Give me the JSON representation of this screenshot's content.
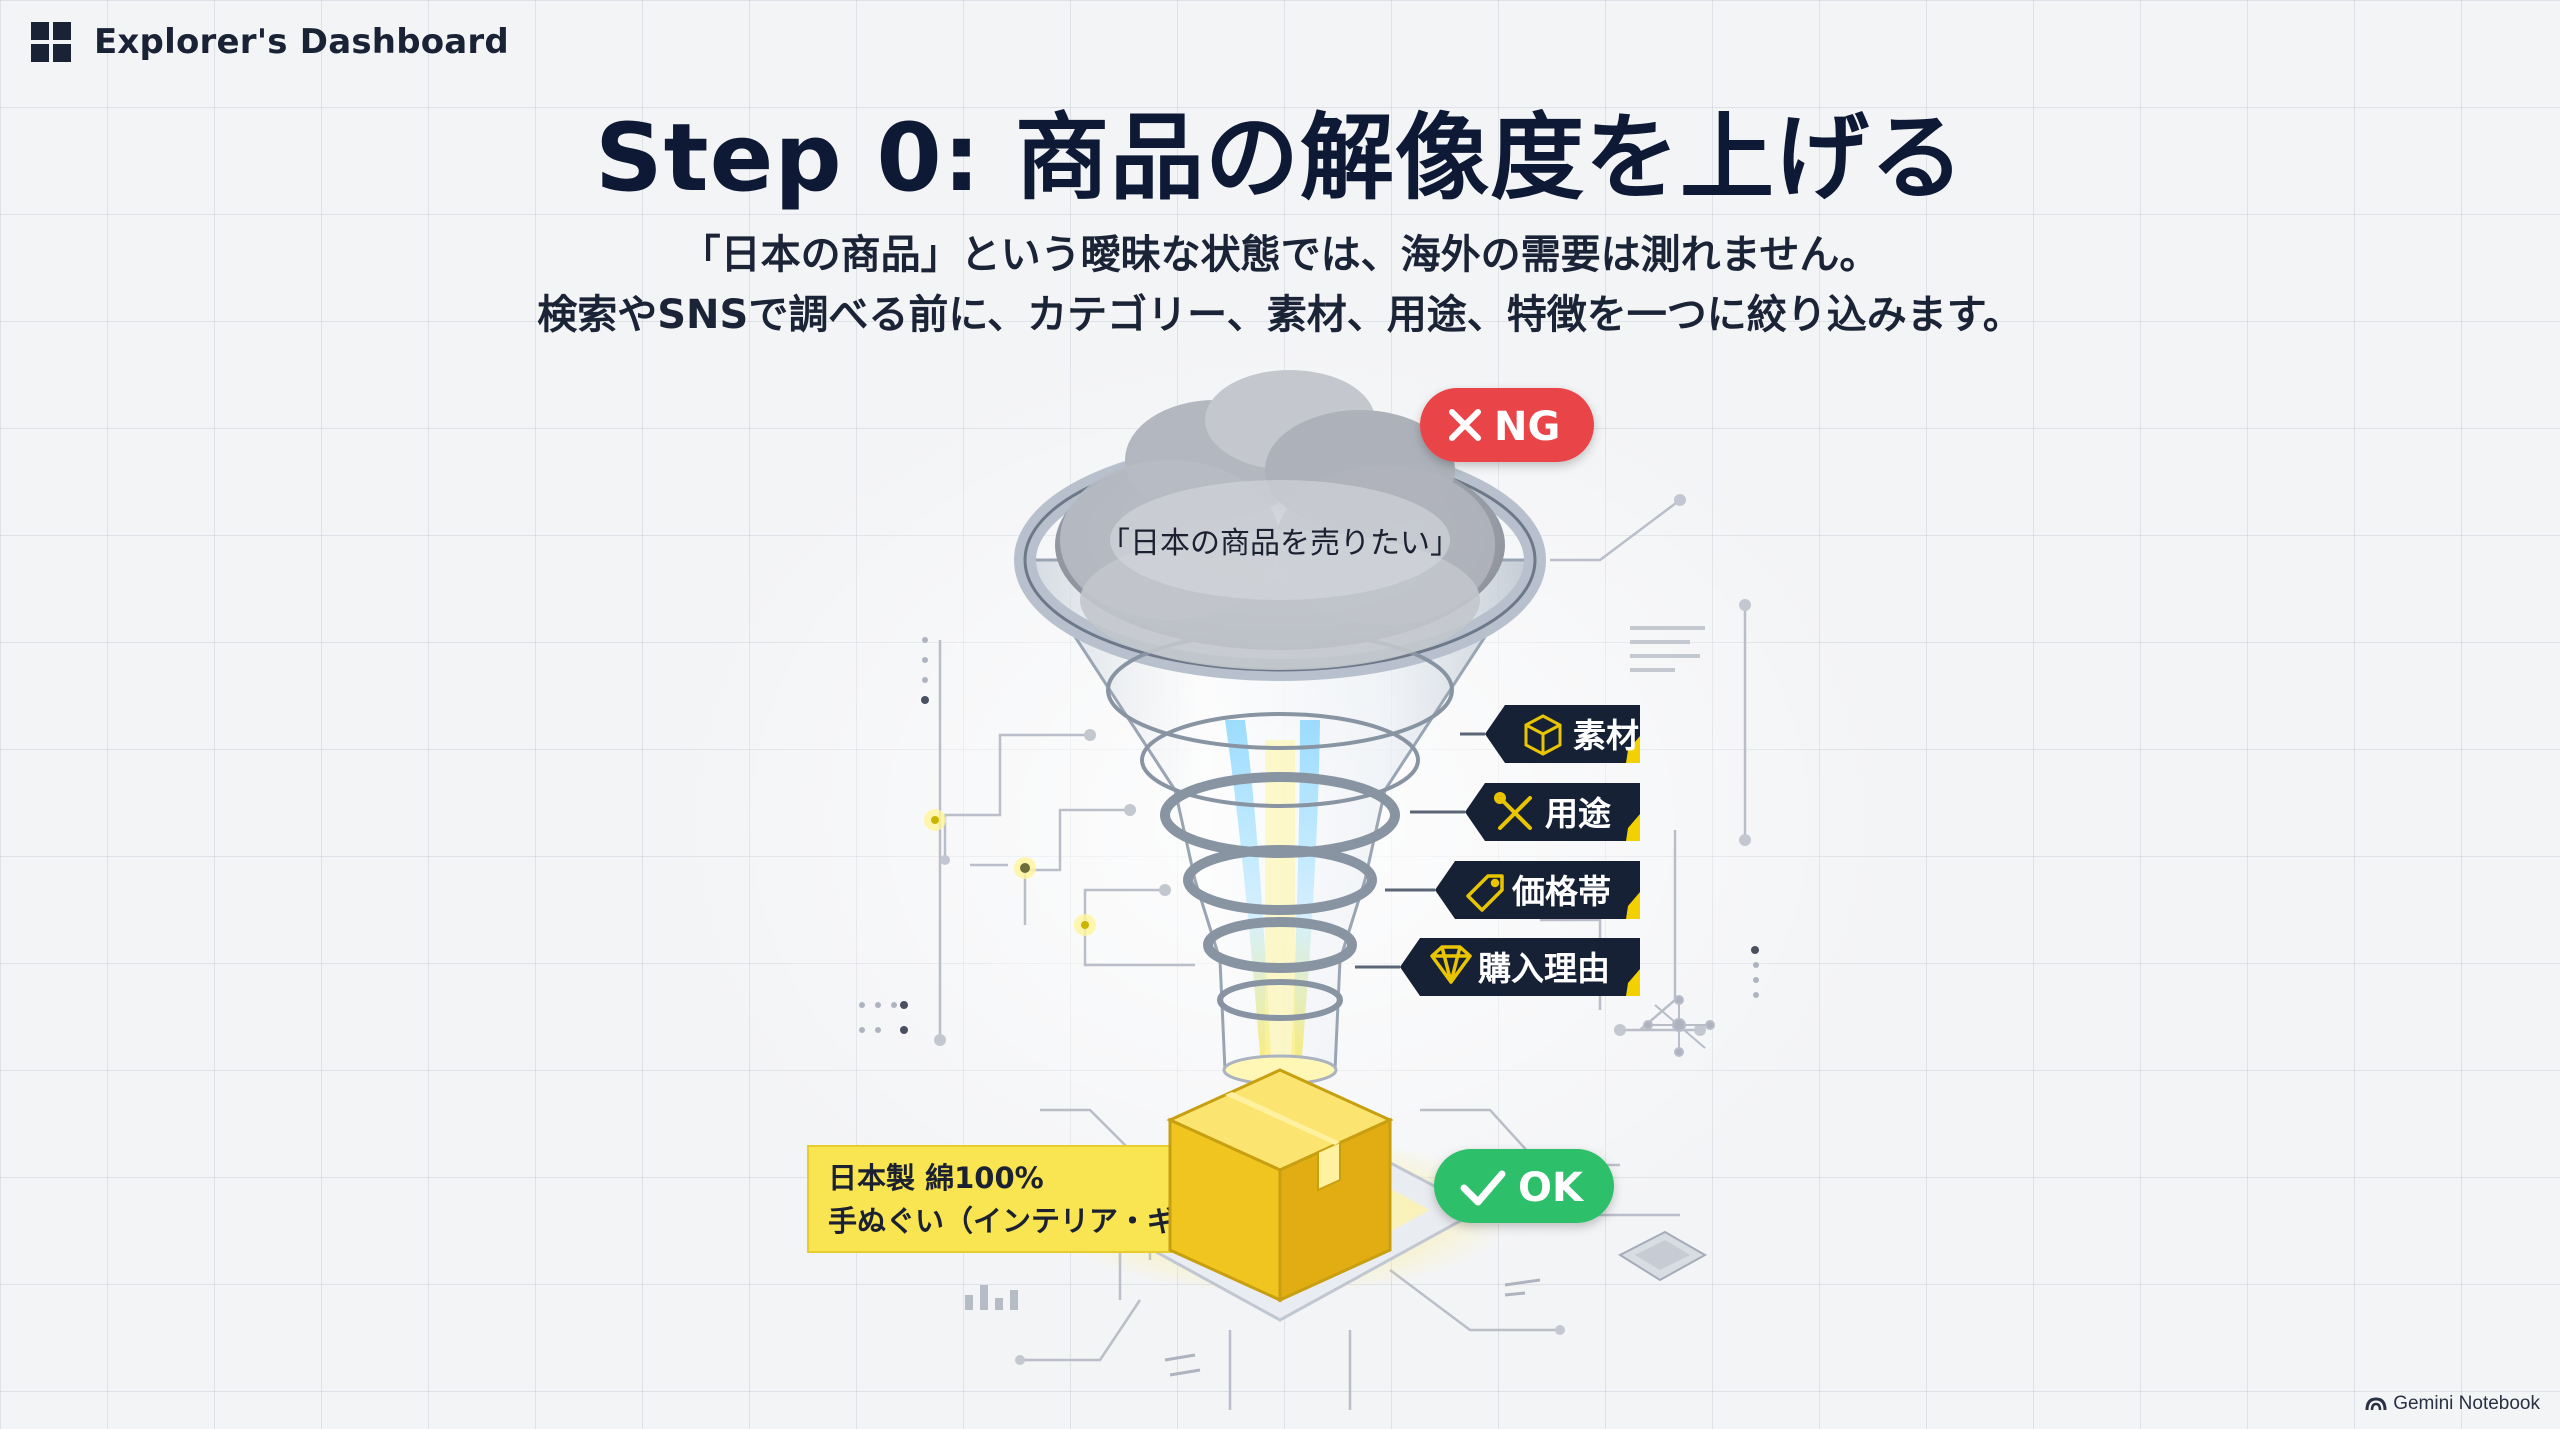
{
  "header": {
    "app_title": "Explorer's Dashboard",
    "logo_icon": "grid-windows-icon"
  },
  "slide": {
    "title": "Step 0: 商品の解像度を上げる",
    "subtitle_line1": "「日本の商品」という曖昧な状態では、海外の需要は測れません。",
    "subtitle_line2": "検索やSNSで調べる前に、カテゴリー、素材、用途、特徴を一つに絞り込みます。"
  },
  "funnel": {
    "input_text": "「日本の商品を売りたい」",
    "ng_badge": "NG",
    "ng_icon": "x-mark-icon",
    "filters": [
      {
        "label": "素材",
        "icon": "cube-icon"
      },
      {
        "label": "用途",
        "icon": "tools-icon"
      },
      {
        "label": "価格帯",
        "icon": "price-tag-icon"
      },
      {
        "label": "購入理由",
        "icon": "diamond-icon"
      }
    ],
    "output_line1": "日本製 綿100%",
    "output_line2": "手ぬぐい（インテリア・ギフト用途）",
    "ok_badge": "OK",
    "ok_icon": "check-mark-icon"
  },
  "watermark": {
    "text": "Gemini Notebook",
    "icon": "gemini-logo-icon"
  },
  "colors": {
    "title": "#0e1a35",
    "ng_red": "#e9454a",
    "ok_green": "#2fbf6a",
    "tag_navy": "#172135",
    "tag_accent_yellow": "#f3d000",
    "output_label_yellow": "#f9e552",
    "box_yellow": "#f1c51f"
  }
}
